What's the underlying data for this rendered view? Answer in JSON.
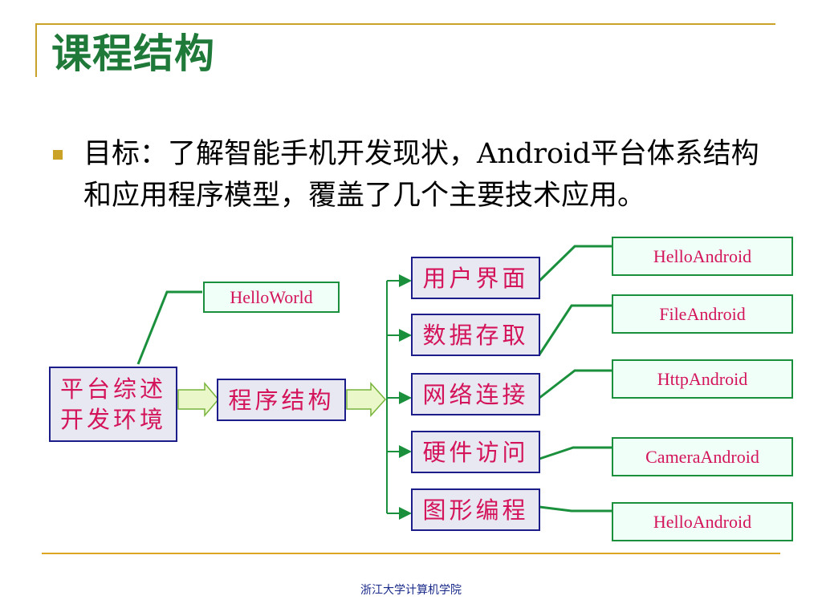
{
  "slide": {
    "title": "课程结构",
    "bullet": "目标：了解智能手机开发现状，Android平台体系结构和应用程序模型，覆盖了几个主要技术应用。",
    "footer": "浙江大学计算机学院"
  },
  "diagram": {
    "platform_line1": "平台综述",
    "platform_line2": "开发环境",
    "program": "程序结构",
    "hello_world": "HelloWorld",
    "modules": [
      "用户界面",
      "数据存取",
      "网络连接",
      "硬件访问",
      "图形编程"
    ],
    "examples": [
      "HelloAndroid",
      "FileAndroid",
      "HttpAndroid",
      "CameraAndroid",
      "HelloAndroid"
    ]
  },
  "colors": {
    "title_green": "#1f7a3a",
    "accent_gold": "#c9a227",
    "module_text": "#d4145a",
    "module_border": "#1c1c8a",
    "example_border": "#1a8f3c",
    "connector_green": "#1a8f3c",
    "footer_blue": "#1a2a8a"
  }
}
